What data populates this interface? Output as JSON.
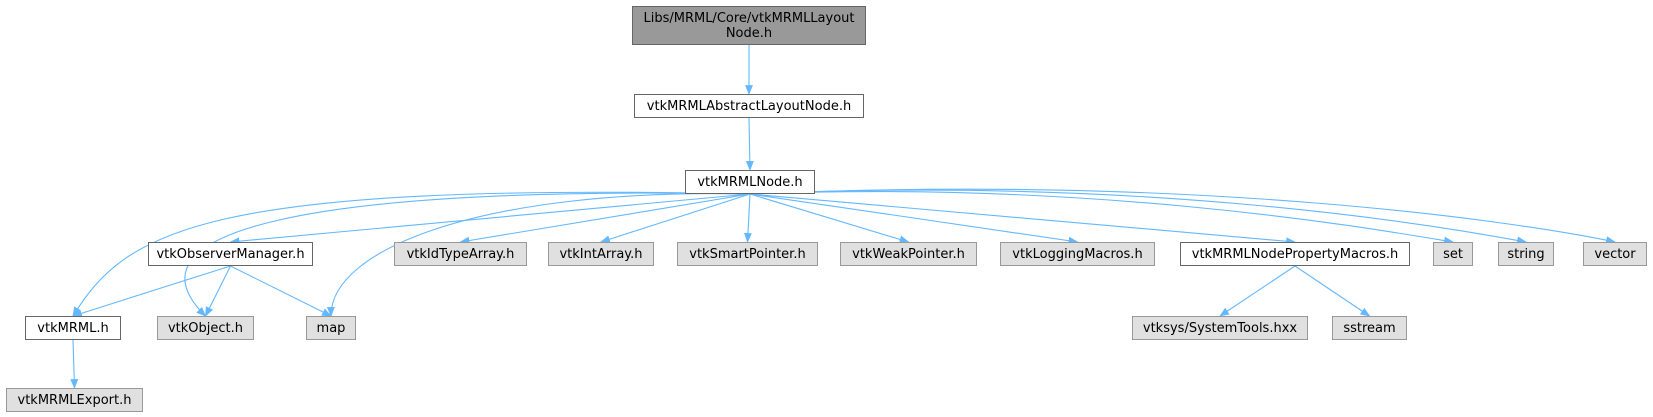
{
  "colors": {
    "edge": "#63b8ff",
    "root_fill": "#999999",
    "doc_fill": "#ffffff",
    "ext_fill": "#e0e0e0",
    "border": "#666666"
  },
  "nodes": [
    {
      "id": "root",
      "label": "Libs/MRML/Core/vtkMRMLLayout\nNode.h",
      "kind": "root"
    },
    {
      "id": "abstract",
      "label": "vtkMRMLAbstractLayoutNode.h",
      "kind": "doc"
    },
    {
      "id": "node",
      "label": "vtkMRMLNode.h",
      "kind": "doc"
    },
    {
      "id": "obsmgr",
      "label": "vtkObserverManager.h",
      "kind": "doc"
    },
    {
      "id": "idtype",
      "label": "vtkIdTypeArray.h",
      "kind": "ext"
    },
    {
      "id": "intarr",
      "label": "vtkIntArray.h",
      "kind": "ext"
    },
    {
      "id": "smart",
      "label": "vtkSmartPointer.h",
      "kind": "ext"
    },
    {
      "id": "weak",
      "label": "vtkWeakPointer.h",
      "kind": "ext"
    },
    {
      "id": "logging",
      "label": "vtkLoggingMacros.h",
      "kind": "ext"
    },
    {
      "id": "propmac",
      "label": "vtkMRMLNodePropertyMacros.h",
      "kind": "doc"
    },
    {
      "id": "set",
      "label": "set",
      "kind": "ext"
    },
    {
      "id": "string",
      "label": "string",
      "kind": "ext"
    },
    {
      "id": "vector",
      "label": "vector",
      "kind": "ext"
    },
    {
      "id": "mrml",
      "label": "vtkMRML.h",
      "kind": "doc"
    },
    {
      "id": "object",
      "label": "vtkObject.h",
      "kind": "ext"
    },
    {
      "id": "map",
      "label": "map",
      "kind": "ext"
    },
    {
      "id": "systools",
      "label": "vtksys/SystemTools.hxx",
      "kind": "ext"
    },
    {
      "id": "sstream",
      "label": "sstream",
      "kind": "ext"
    },
    {
      "id": "export",
      "label": "vtkMRMLExport.h",
      "kind": "ext"
    }
  ],
  "edges": [
    [
      "root",
      "abstract"
    ],
    [
      "abstract",
      "node"
    ],
    [
      "node",
      "obsmgr"
    ],
    [
      "node",
      "idtype"
    ],
    [
      "node",
      "intarr"
    ],
    [
      "node",
      "smart"
    ],
    [
      "node",
      "weak"
    ],
    [
      "node",
      "logging"
    ],
    [
      "node",
      "propmac"
    ],
    [
      "node",
      "set"
    ],
    [
      "node",
      "string"
    ],
    [
      "node",
      "vector"
    ],
    [
      "node",
      "mrml"
    ],
    [
      "node",
      "object"
    ],
    [
      "node",
      "map"
    ],
    [
      "obsmgr",
      "mrml"
    ],
    [
      "obsmgr",
      "object"
    ],
    [
      "obsmgr",
      "map"
    ],
    [
      "propmac",
      "systools"
    ],
    [
      "propmac",
      "sstream"
    ],
    [
      "mrml",
      "export"
    ]
  ]
}
